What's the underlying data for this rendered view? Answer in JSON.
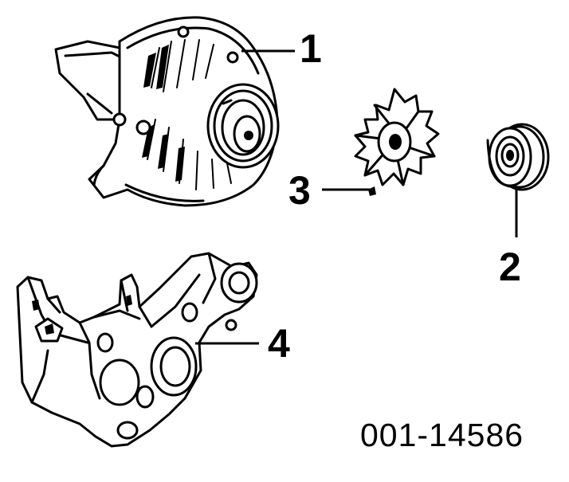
{
  "callouts": {
    "alternator": "1",
    "pulley": "2",
    "fan": "3",
    "bracket": "4"
  },
  "figure_id": "001-14586",
  "colors": {
    "ink": "#000000",
    "paper": "#ffffff"
  }
}
